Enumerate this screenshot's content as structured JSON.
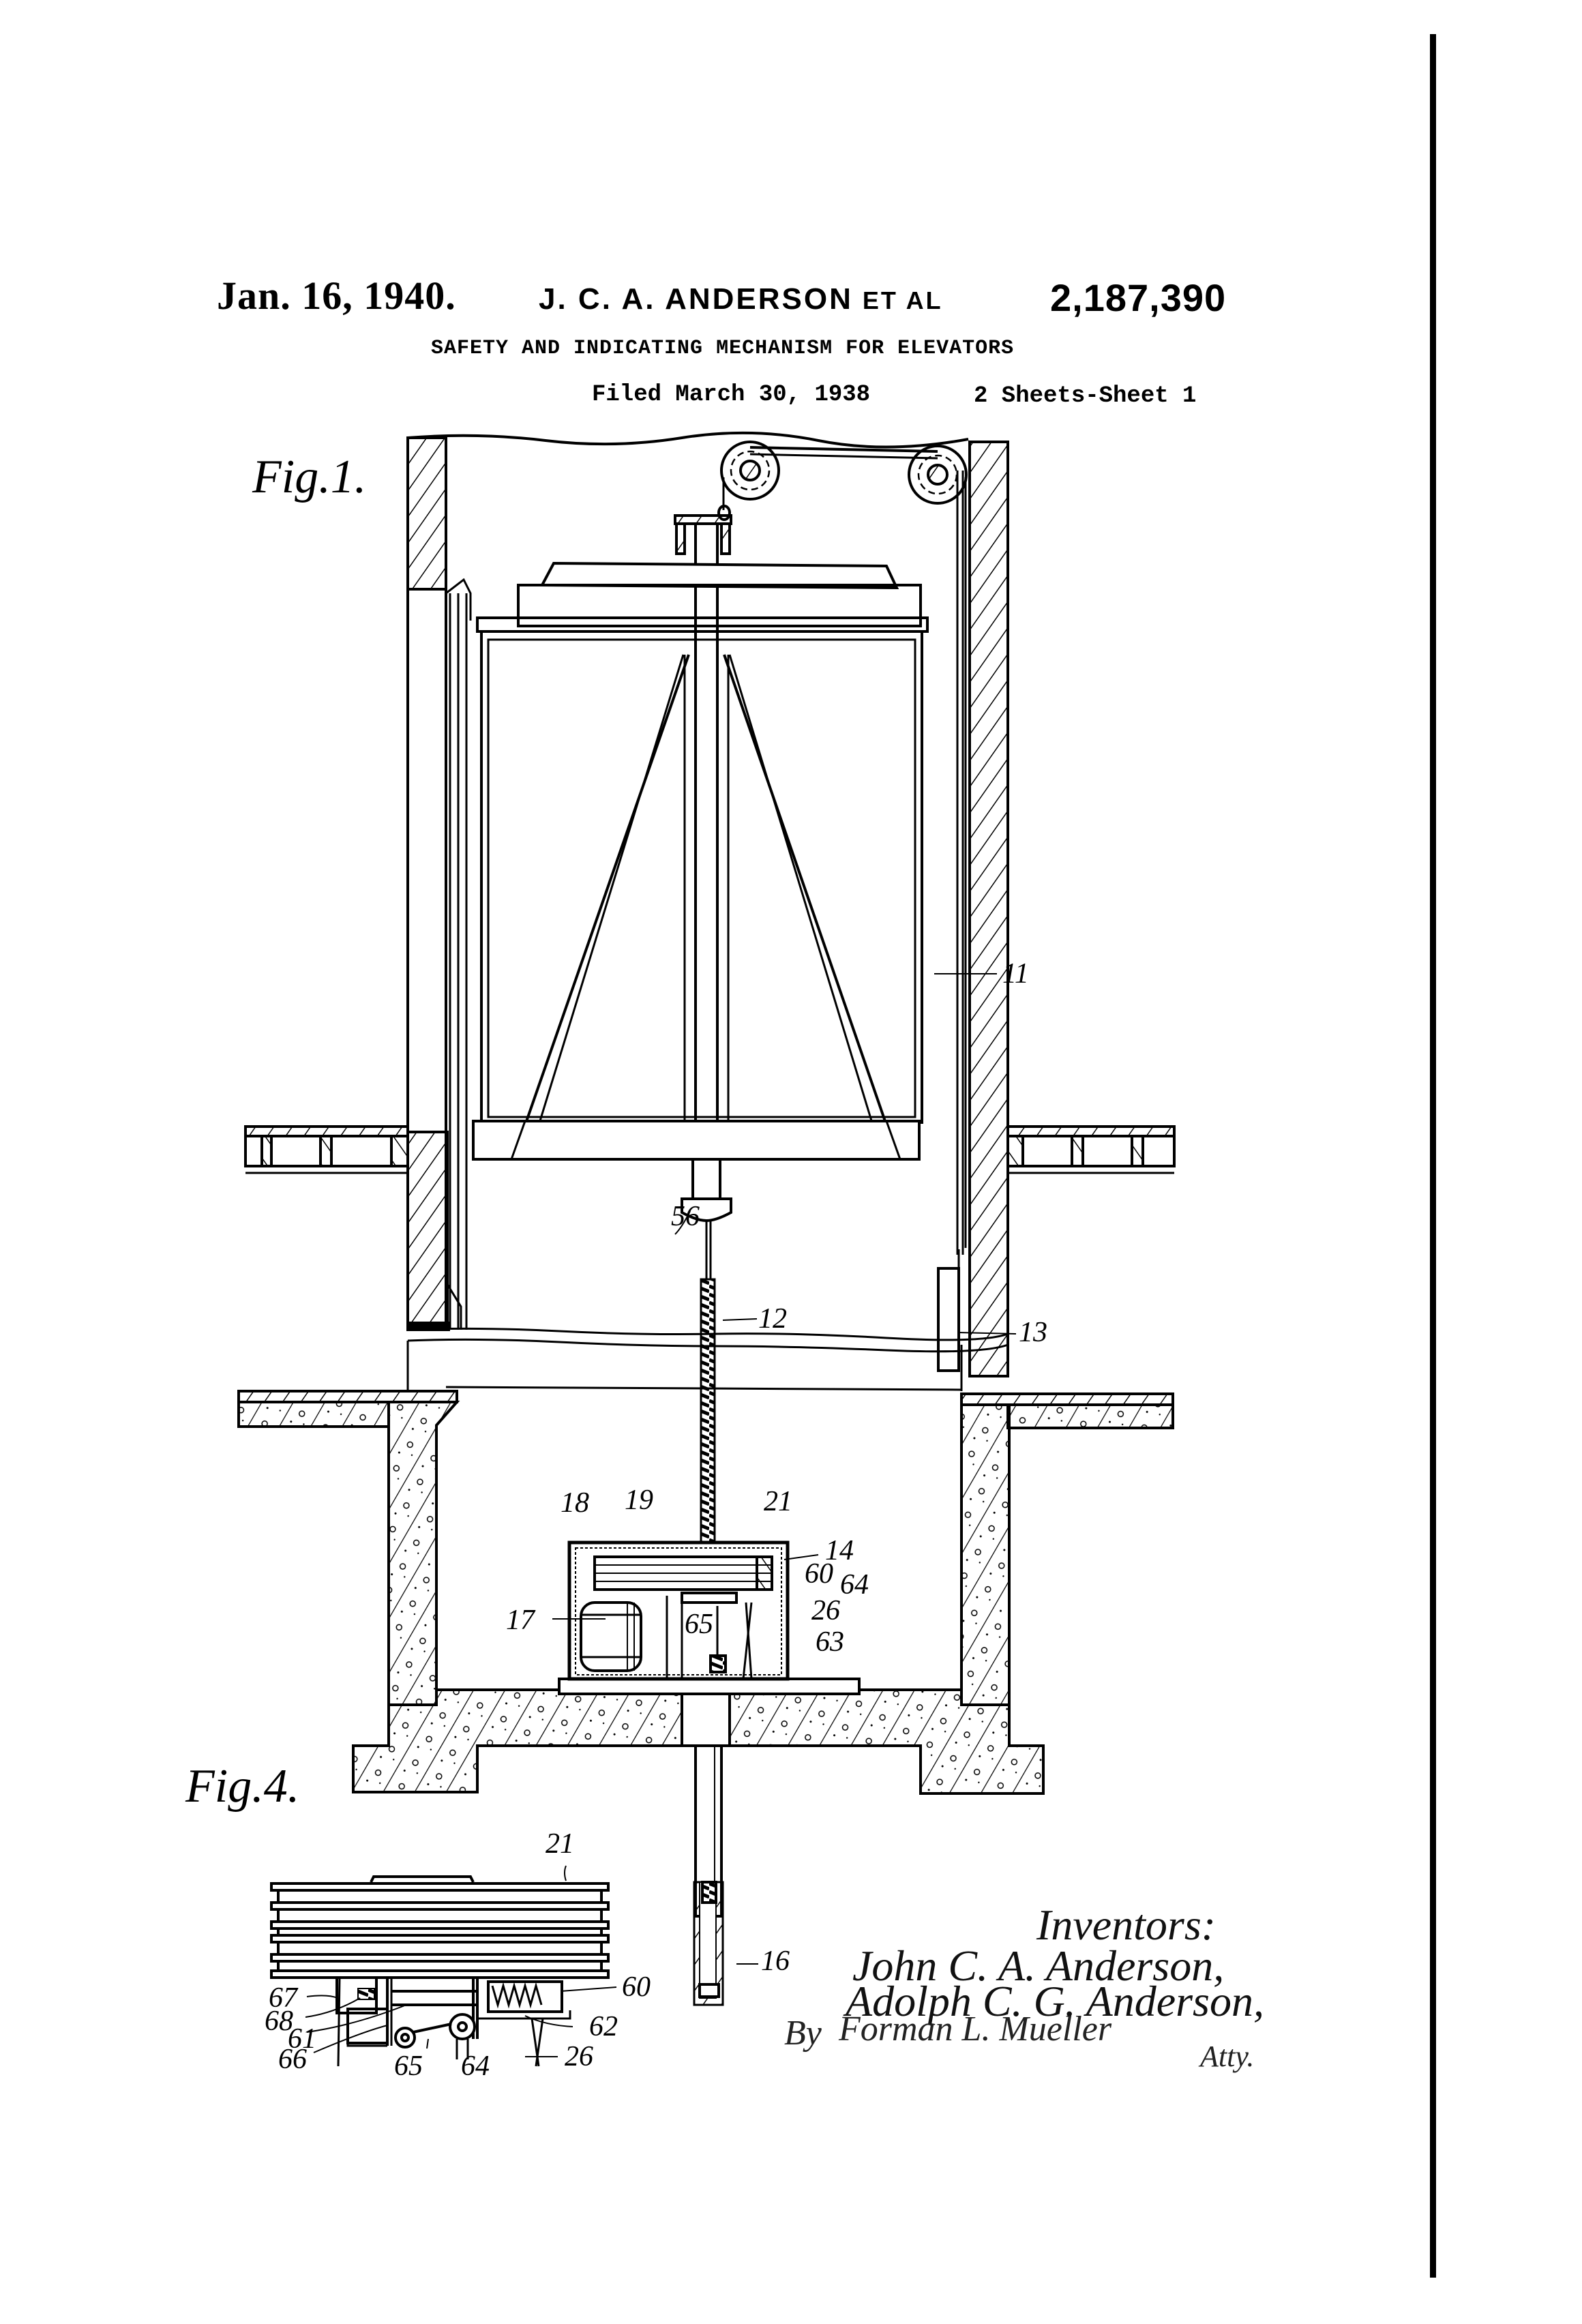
{
  "header": {
    "date": "Jan. 16, 1940.",
    "inventor": "J. C. A. ANDERSON",
    "et_al": "ET AL",
    "patent_number": "2,187,390",
    "title": "SAFETY AND INDICATING MECHANISM FOR ELEVATORS",
    "filed": "Filed March 30, 1938",
    "sheets": "2 Sheets-Sheet 1"
  },
  "figures": {
    "fig1": {
      "label": "Fig.1.",
      "refs": {
        "r11": "11",
        "r12": "12",
        "r13": "13",
        "r14": "14",
        "r16": "16",
        "r17": "17",
        "r18": "18",
        "r19": "19",
        "r21": "21",
        "r26": "26",
        "r56": "56",
        "r60": "60",
        "r63": "63",
        "r64": "64",
        "r65": "65"
      }
    },
    "fig4": {
      "label": "Fig.4.",
      "refs": {
        "r21": "21",
        "r26": "26",
        "r60": "60",
        "r61": "61",
        "r62": "62",
        "r64": "64",
        "r65": "65",
        "r66": "66",
        "r67": "67",
        "r68": "68"
      }
    }
  },
  "signature": {
    "heading": "Inventors:",
    "inventor1": "John C. A. Anderson,",
    "inventor2": "Adolph C. G. Anderson,",
    "by": "By",
    "attorney": "Forman L. Mueller",
    "attorney_suffix": "Atty."
  },
  "colors": {
    "ink": "#000000",
    "paper": "#ffffff"
  }
}
